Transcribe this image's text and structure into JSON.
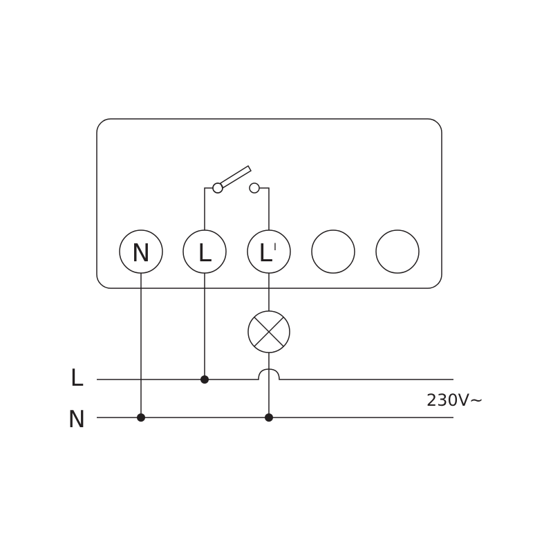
{
  "terminals": [
    {
      "label": "N",
      "superscript": ""
    },
    {
      "label": "L",
      "superscript": ""
    },
    {
      "label": "L",
      "superscript": "I"
    },
    {
      "label": "",
      "superscript": ""
    },
    {
      "label": "",
      "superscript": ""
    }
  ],
  "lines": {
    "live_label": "L",
    "neutral_label": "N"
  },
  "voltage_label": "230V~",
  "colors": {
    "stroke": "#231f20",
    "background": "#ffffff"
  }
}
